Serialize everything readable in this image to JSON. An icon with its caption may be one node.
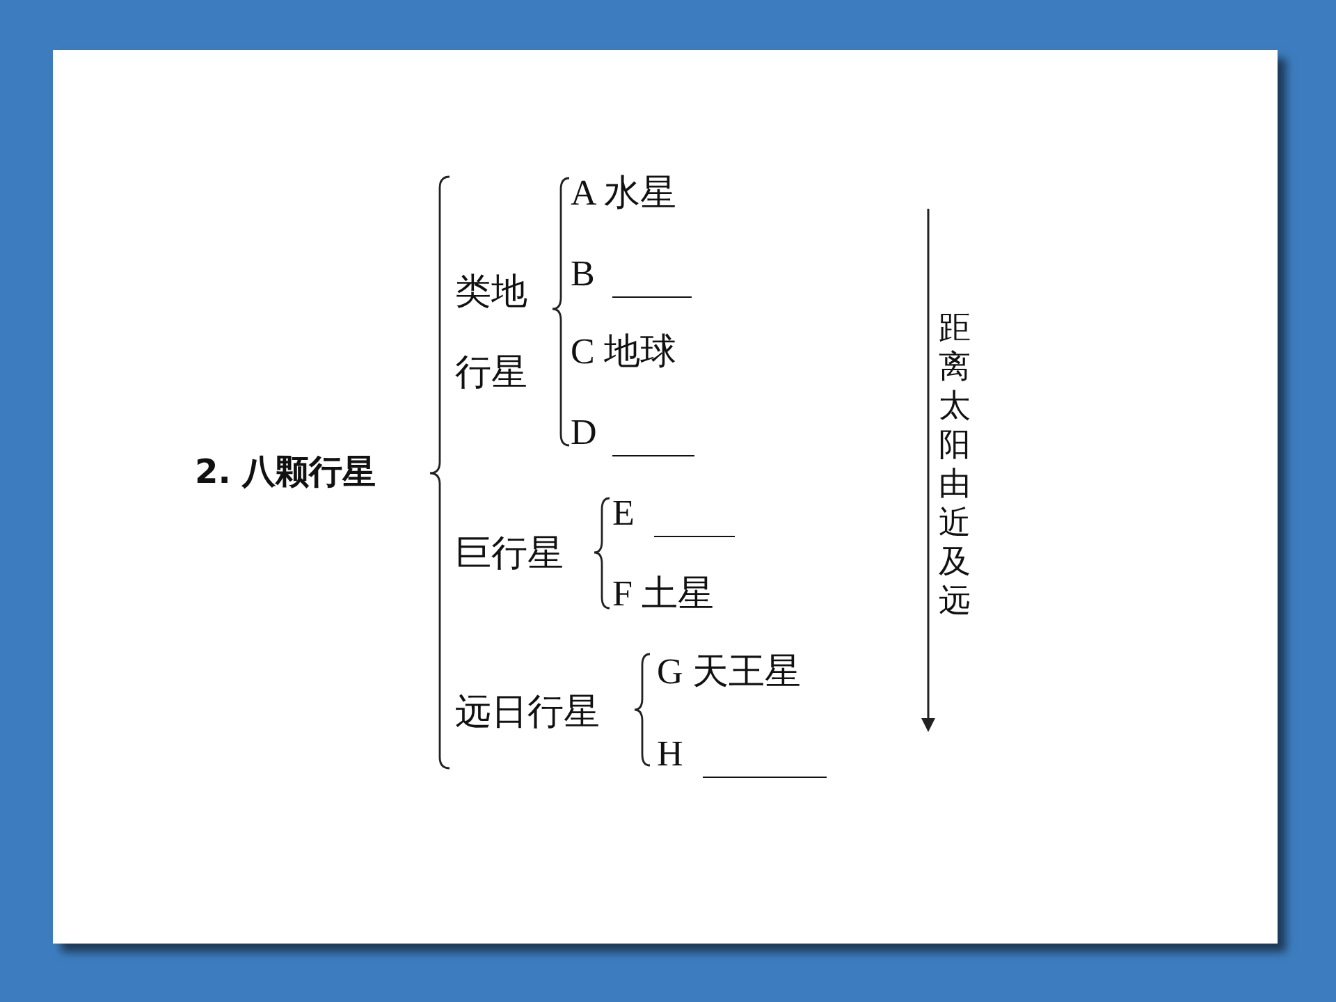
{
  "diagram": {
    "labels": [
      "2. 八颗行星",
      "类地行星",
      "A 水星",
      "B",
      "C 地球",
      "D",
      "巨行星",
      "E",
      "F 土星",
      "远日行星",
      "G 天王星",
      "H",
      "距离太阳由近及远"
    ]
  }
}
